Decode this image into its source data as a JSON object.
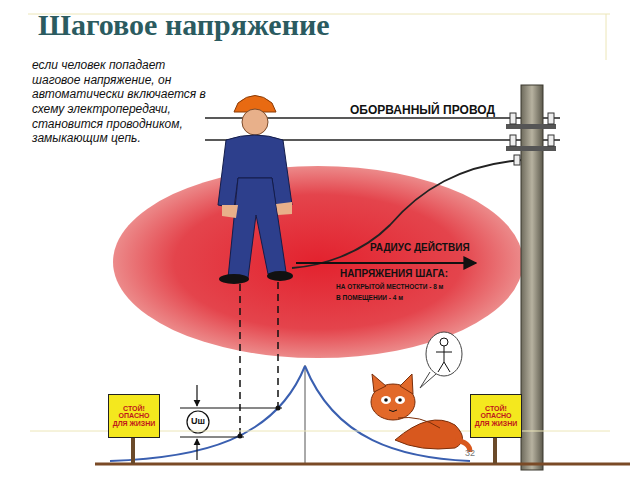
{
  "diagram": {
    "title": "Шаговое напряжение",
    "nodes": [
      {
        "text": [
          "СТОЙ! ОПАСНО ДЛЯ ЖИЗНИ"
        ]
      },
      {
        "text": [
          "СТОЙ! ОПАСНО ДЛЯ ЖИЗНИ"
        ]
      }
    ],
    "labels": [
      "если человек попадает шаговое напряжение, он автоматически включается в схему электропередачи, становится проводником, замыкающим цепь.",
      "ОБОРВАННЫЙ ПРОВОД",
      "РАДИУС ДЕЙСТВИЯ",
      "НАПРЯЖЕНИЯ ШАГА:",
      "НА ОТКРЫТОЙ МЕСТНОСТИ - 8 м",
      "В ПОМЕЩЕНИИ - 4 м",
      "Uш",
      "32"
    ]
  }
}
